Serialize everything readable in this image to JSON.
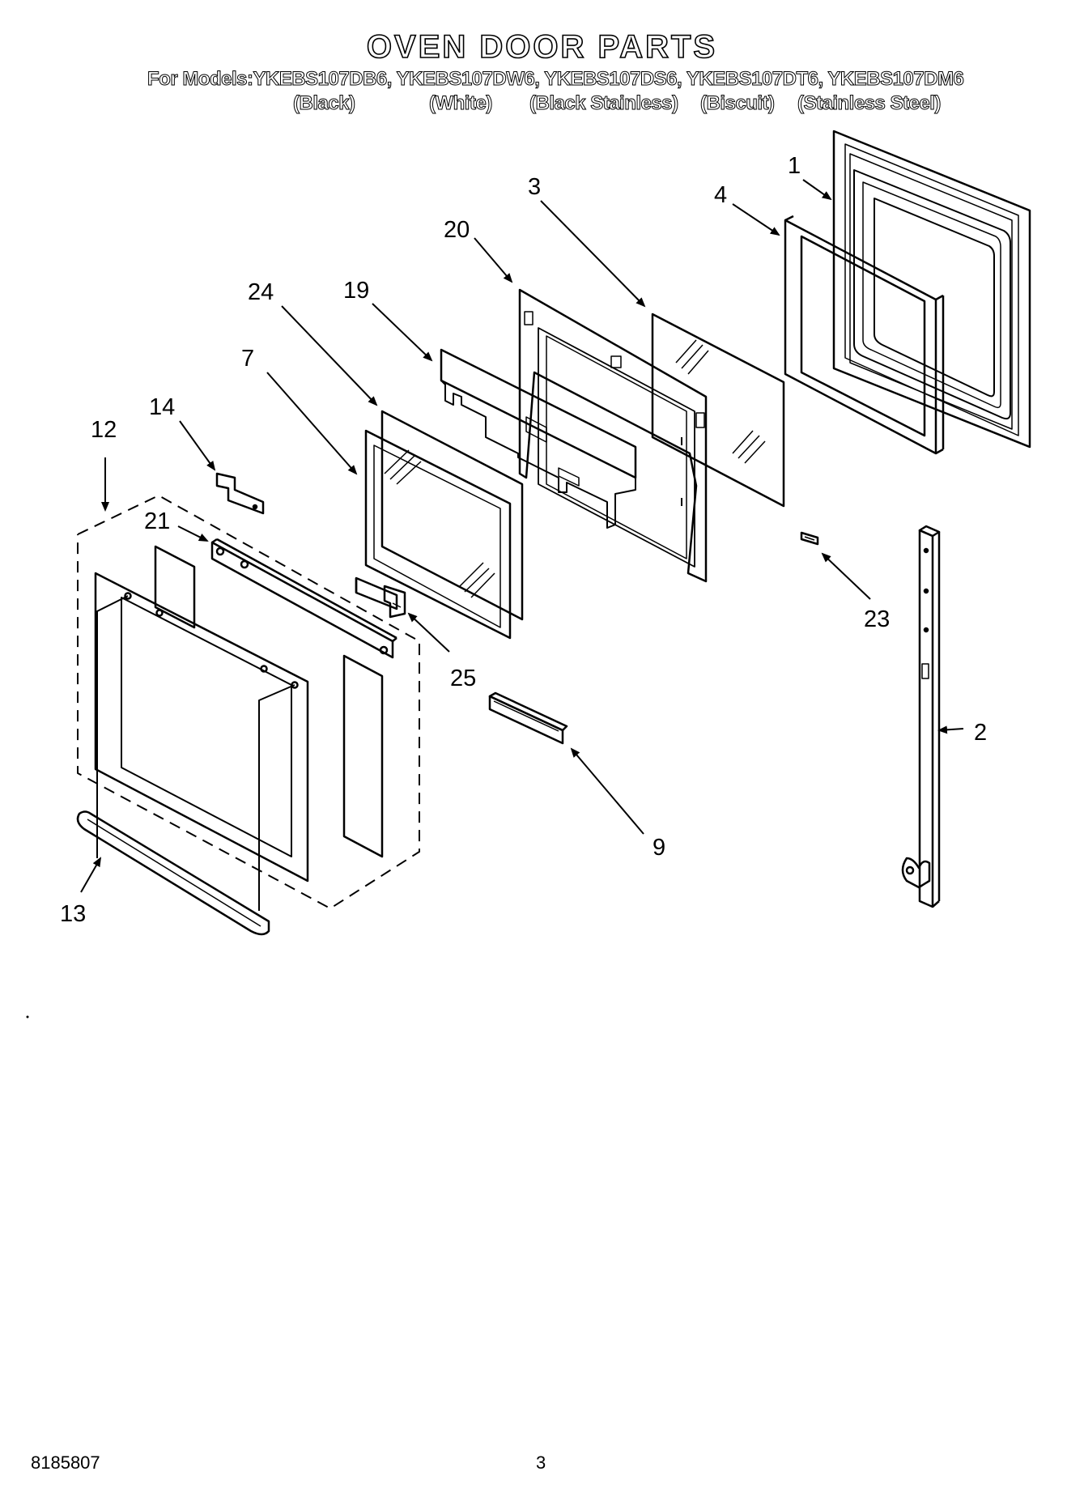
{
  "header": {
    "title": "OVEN DOOR PARTS",
    "models_line": "For Models:YKEBS107DB6, YKEBS107DW6, YKEBS107DS6, YKEBS107DT6, YKEBS107DM6",
    "colors": [
      "(Black)",
      "(White)",
      "(Black Stainless)",
      "(Biscuit)",
      "(Stainless Steel)"
    ]
  },
  "callouts": {
    "c1": "1",
    "c2": "2",
    "c3": "3",
    "c4": "4",
    "c7": "7",
    "c9": "9",
    "c12": "12",
    "c13": "13",
    "c14": "14",
    "c19": "19",
    "c20": "20",
    "c21": "21",
    "c23": "23",
    "c24": "24",
    "c25": "25"
  },
  "footer": {
    "doc_number": "8185807",
    "page_number": "3"
  }
}
